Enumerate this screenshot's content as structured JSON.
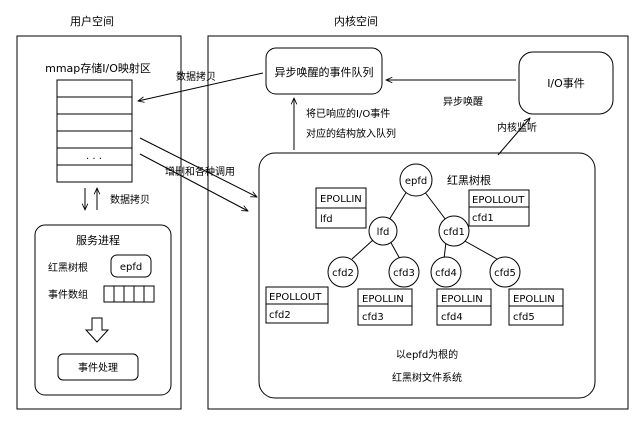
{
  "labels": {
    "user_space": "用户空间",
    "kernel_space": "内核空间",
    "mmap_region": "mmap存储I/O映射区",
    "copy_top": "数据拷贝",
    "copy_left": "数据拷贝",
    "ctl_calls": "增删和各种调用",
    "async_queue": "异步唤醒的事件队列",
    "io_event": "I/O事件",
    "async_wake": "异步唤醒",
    "kernel_watch": "内核监听",
    "queue_line1": "将已响应的I/O事件",
    "queue_line2": "对应的结构放入队列",
    "mmap_dots": "· · ·",
    "rbtree_title": "红黑树根",
    "service_process": "服务进程",
    "svc_rbroot": "红黑树根",
    "svc_epfd": "epfd",
    "event_array": "事件数组",
    "event_handle": "事件处理",
    "caption_line1": "以epfd为根的",
    "caption_line2": "红黑树文件系统"
  },
  "nodes": {
    "epfd": "epfd",
    "lfd": "lfd",
    "cfd1": "cfd1",
    "cfd2": "cfd2",
    "cfd3": "cfd3",
    "cfd4": "cfd4",
    "cfd5": "cfd5"
  },
  "tables": {
    "lfd": {
      "event": "EPOLLIN",
      "fd": "lfd"
    },
    "cfd1": {
      "event": "EPOLLOUT",
      "fd": "cfd1"
    },
    "cfd2": {
      "event": "EPOLLOUT",
      "fd": "cfd2"
    },
    "cfd3": {
      "event": "EPOLLIN",
      "fd": "cfd3"
    },
    "cfd4": {
      "event": "EPOLLIN",
      "fd": "cfd4"
    },
    "cfd5": {
      "event": "EPOLLIN",
      "fd": "cfd5"
    }
  }
}
